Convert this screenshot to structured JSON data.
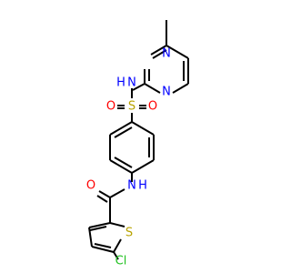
{
  "atom_labels": {
    "n_ring_1": "N",
    "n_ring_2": "N",
    "n_sulfonamide": "N",
    "h_sulfonamide": "H",
    "o_sulfonyl_left": "O",
    "s_sulfonyl": "S",
    "o_sulfonyl_right": "O",
    "n_amide": "N",
    "h_amide": "H",
    "o_carbonyl": "O",
    "s_thiophene": "S",
    "cl": "Cl"
  },
  "colors": {
    "bond": "#000000",
    "nitrogen": "#0000FF",
    "oxygen": "#FF0000",
    "sulfur": "#B8A300",
    "chlorine": "#1FC01F"
  }
}
